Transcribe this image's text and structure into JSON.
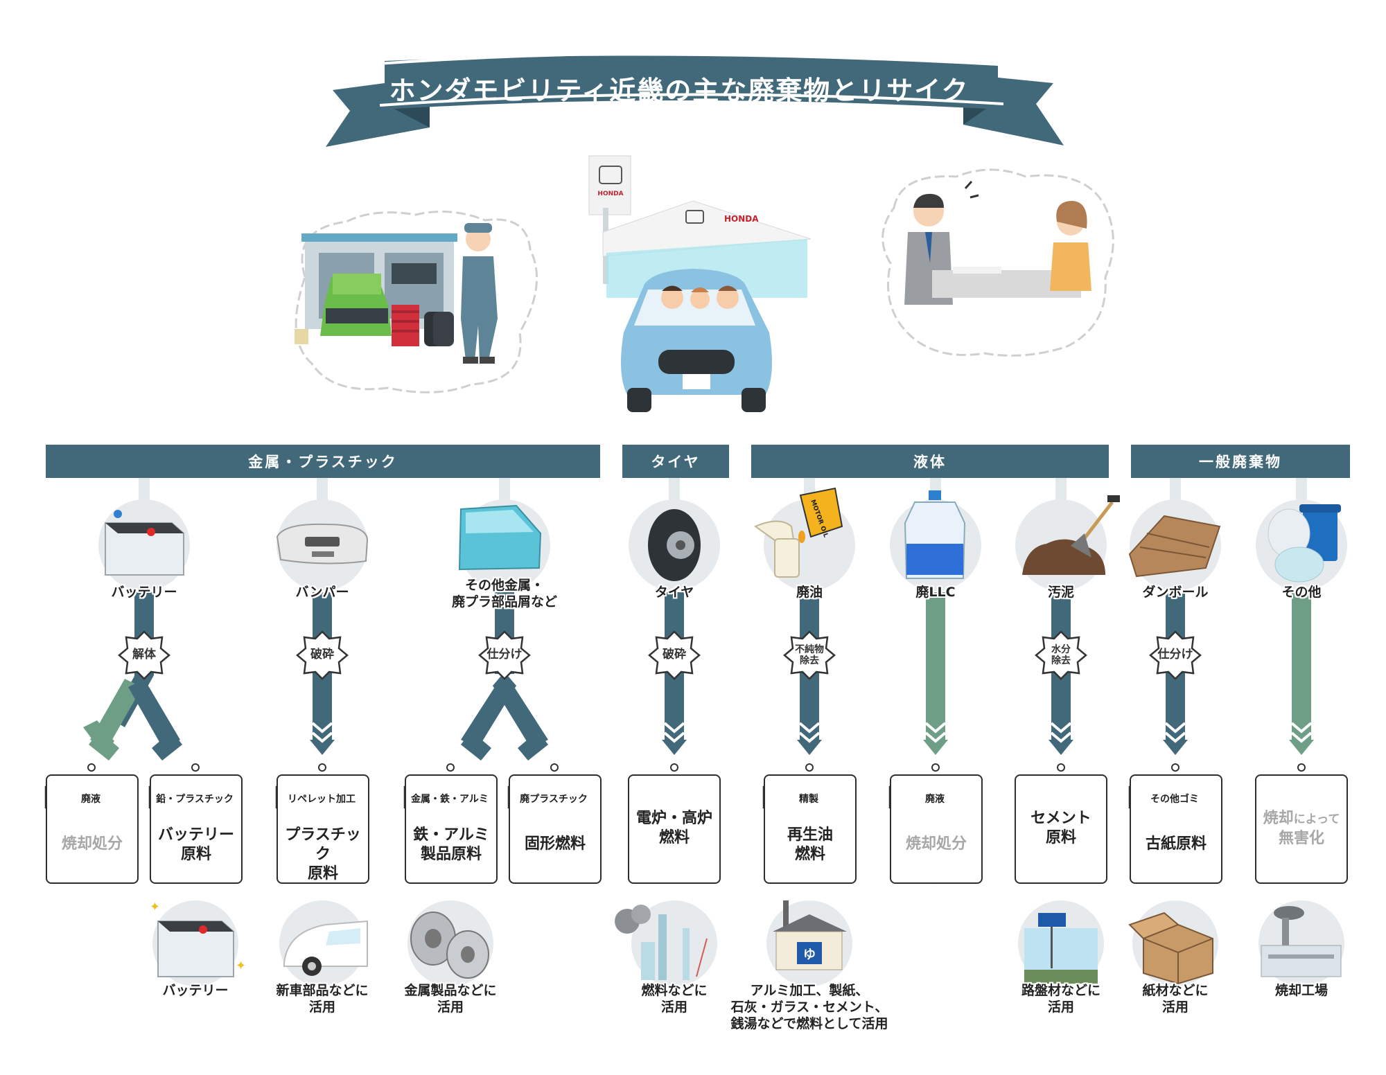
{
  "title": "ホンダモビリティ近畿の主な廃棄物とリサイクル",
  "colors": {
    "dark": "#41697a",
    "green": "#6e9f86",
    "circle": "#e6eaec"
  },
  "categories": [
    {
      "label": "金属・プラスチック"
    },
    {
      "label": "タイヤ"
    },
    {
      "label": "液体"
    },
    {
      "label": "一般廃棄物"
    }
  ],
  "items": [
    {
      "label": "バッテリー",
      "icon": "battery-icon",
      "process": "解体"
    },
    {
      "label": "バンパー",
      "icon": "bumper-icon",
      "process": "破砕"
    },
    {
      "label_line1": "その他金属・",
      "label_line2": "廃プラ部品屑など",
      "icon": "car-door-icon",
      "process": "仕分け"
    },
    {
      "label": "タイヤ",
      "icon": "tire-icon",
      "process": "破砕"
    },
    {
      "label": "廃油",
      "icon": "oil-can-icon",
      "process_line1": "不純物",
      "process_line2": "除去"
    },
    {
      "label": "廃LLC",
      "icon": "coolant-bottle-icon"
    },
    {
      "label": "汚泥",
      "icon": "sludge-shovel-icon",
      "process_line1": "水分",
      "process_line2": "除去"
    },
    {
      "label": "ダンボール",
      "icon": "cardboard-icon",
      "process": "仕分け"
    },
    {
      "label": "その他",
      "icon": "trash-bin-icon"
    }
  ],
  "outputs": [
    {
      "tag": "廃液",
      "main": "焼却処分"
    },
    {
      "tag": "鉛・プラスチック",
      "main_line1": "バッテリー",
      "main_line2": "原料"
    },
    {
      "tag": "リペレット加工",
      "main_line1": "プラスチック",
      "main_line2": "原料"
    },
    {
      "tag": "金属・鉄・アルミ",
      "main_line1": "鉄・アルミ",
      "main_line2": "製品原料"
    },
    {
      "tag": "廃プラスチック",
      "main": "固形燃料"
    },
    {
      "main_line1": "電炉・高炉",
      "main_line2": "燃料"
    },
    {
      "tag": "精製",
      "main_line1": "再生油",
      "main_line2": "燃料"
    },
    {
      "tag": "廃液",
      "main": "焼却処分"
    },
    {
      "main_line1": "セメント",
      "main_line2": "原料"
    },
    {
      "tag": "その他ゴミ",
      "main": "古紙原料"
    },
    {
      "main_line1_a": "焼却",
      "main_line1_b": "によって",
      "main_line2": "無害化"
    }
  ],
  "uses": [
    {
      "line1": "バッテリー",
      "icon": "battery-new-icon"
    },
    {
      "line1": "新車部品などに",
      "line2": "活用",
      "icon": "new-car-icon"
    },
    {
      "line1": "金属製品などに",
      "line2": "活用",
      "icon": "alloy-wheel-icon"
    },
    {
      "line1": "燃料などに",
      "line2": "活用",
      "icon": "factory-smoke-icon"
    },
    {
      "line1": "アルミ加工、製紙、",
      "line2": "石灰・ガラス・セメント、",
      "line3": "銭湯などで燃料として活用",
      "icon": "bathhouse-icon"
    },
    {
      "line1": "路盤材などに",
      "line2": "活用",
      "icon": "road-icon"
    },
    {
      "line1": "紙材などに",
      "line2": "活用",
      "icon": "box-icon"
    },
    {
      "line1": "焼却工場",
      "icon": "incinerator-icon"
    }
  ],
  "scenes": {
    "dealer_sign": "HONDA",
    "dealer_building": "HONDA",
    "bathhouse_sign": "ゆ",
    "oil_can_text": "MOTOR OIL"
  }
}
